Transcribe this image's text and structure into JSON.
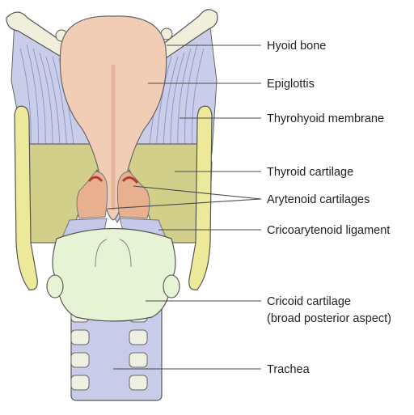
{
  "labels": {
    "hyoid_bone": "Hyoid bone",
    "epiglottis": "Epiglottis",
    "thyrohyoid_membrane": "Thyrohyoid membrane",
    "thyroid_cartilage": "Thyroid cartilage",
    "arytenoid_cartilages": "Arytenoid cartilages",
    "cricoarytenoid_ligament": "Cricoarytenoid ligament",
    "cricoid_cartilage_line1": "Cricoid cartilage",
    "cricoid_cartilage_line2": "(broad posterior aspect)",
    "trachea": "Trachea"
  },
  "colors": {
    "hyoid": "#f1efdb",
    "epiglottis": "#f2cdb6",
    "epiglottis_shade": "#e4b39c",
    "membrane": "#c9cdea",
    "membrane_fibre": "#8a93c4",
    "thyroid": "#d2cf8b",
    "thyroid_edge": "#ecea9a",
    "arytenoid": "#e8b08f",
    "arytenoid_dark": "#b33c2e",
    "cricoid": "#e7f3d5",
    "cricoarytenoid_ligament": "#c5c9e9",
    "trachea": "#c9cce9",
    "trachea_ring": "#eef1e2"
  }
}
